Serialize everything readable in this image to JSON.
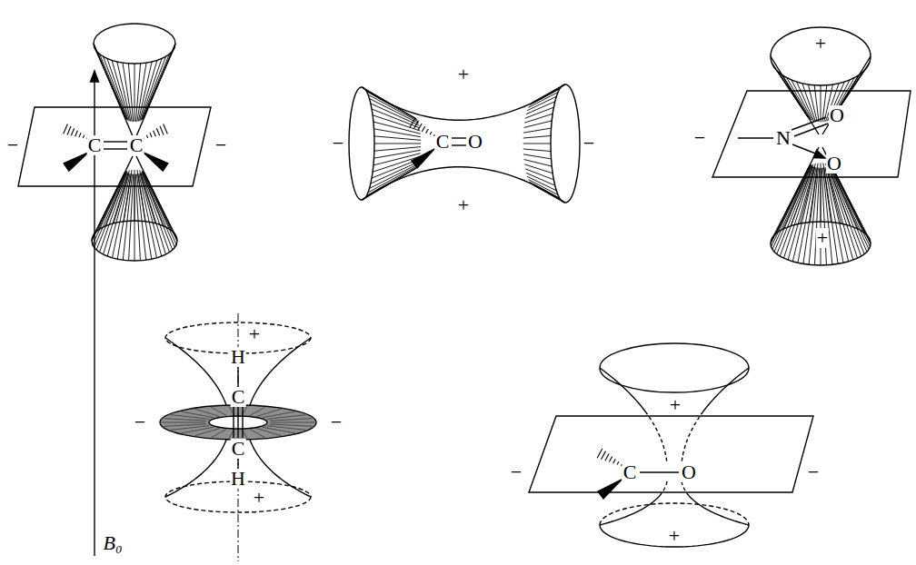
{
  "diagram": {
    "labels": [
      "−",
      "C",
      "C",
      "−",
      "+",
      "−",
      "C",
      "O",
      "−",
      "+",
      "+",
      "−",
      "N",
      "O",
      "O",
      "+",
      "B₀",
      "+",
      "H",
      "C",
      "−",
      "−",
      "C",
      "H",
      "+",
      "+",
      "−",
      "C",
      "O",
      "−",
      "+"
    ]
  }
}
